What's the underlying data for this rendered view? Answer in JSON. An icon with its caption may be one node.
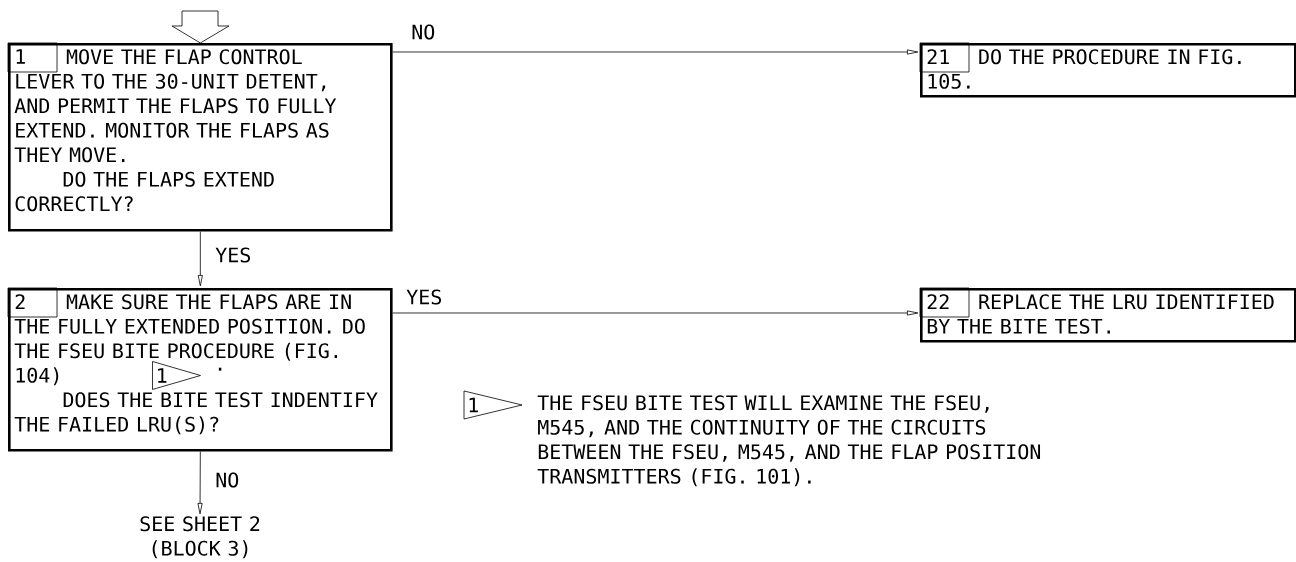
{
  "diagram": {
    "nodes": [
      {
        "text": [
          "1",
          "MOVE THE FLAP CONTROL LEVER TO THE 30-UNIT DETENT, AND PERMIT THE FLAPS TO FULLY EXTEND. MONITOR THE FLAPS AS THEY MOVE.",
          "DO THE FLAPS EXTEND CORRECTLY?"
        ]
      },
      {
        "text": [
          "21",
          "DO THE PROCEDURE IN FIG. 105."
        ]
      },
      {
        "text": [
          "2",
          "MAKE SURE THE FLAPS ARE IN THE FULLY EXTENDED POSITION. DO THE FSEU BITE PROCEDURE (FIG. 104)",
          "1",
          ".",
          "DOES THE BITE TEST INDENTIFY THE FAILED LRU(S)?"
        ]
      },
      {
        "text": [
          "22",
          "REPLACE THE LRU IDENTIFIED BY THE BITE TEST."
        ]
      },
      {
        "text": [
          "SEE SHEET 2 (BLOCK 3)"
        ]
      }
    ],
    "edges": [
      {
        "from": null,
        "to": 0,
        "arrow": "to"
      },
      {
        "from": 0,
        "to": 1,
        "label": "NO",
        "arrow": "to"
      },
      {
        "from": 0,
        "to": 2,
        "label": "YES",
        "arrow": "to"
      },
      {
        "from": 2,
        "to": 3,
        "label": "YES",
        "arrow": "to"
      },
      {
        "from": 2,
        "to": 4,
        "label": "NO",
        "arrow": "to"
      }
    ],
    "labels": [
      "1",
      "THE FSEU BITE TEST WILL EXAMINE THE FSEU, M545, AND THE CONTINUITY OF THE CIRCUITS BETWEEN THE FSEU, M545, AND THE FLAP POSITION TRANSMITTERS (FIG. 101)."
    ]
  }
}
